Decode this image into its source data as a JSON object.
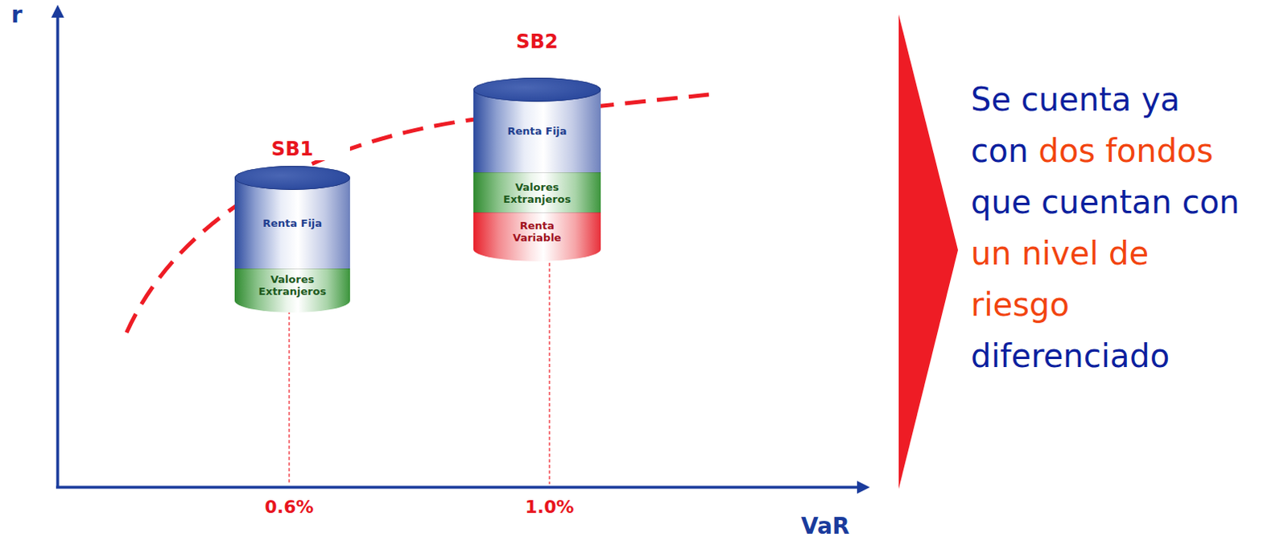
{
  "diagram": {
    "nodes": [
      {
        "text": [
          "SB1"
        ]
      },
      {
        "text": [
          "Renta Fija"
        ],
        "in": 0
      },
      {
        "text": [
          "Valores Extranjeros"
        ],
        "in": 0
      },
      {
        "text": [
          "SB2"
        ]
      },
      {
        "text": [
          "Renta Fija"
        ],
        "in": 3
      },
      {
        "text": [
          "Valores Extranjeros"
        ],
        "in": 3
      },
      {
        "text": [
          "Renta Variable"
        ],
        "in": 3
      }
    ],
    "labels": [
      "r",
      "0.6%",
      "1.0%",
      "VaR",
      "Se cuenta ya con dos fondos que cuentan con un nivel de riesgo diferenciado"
    ]
  }
}
